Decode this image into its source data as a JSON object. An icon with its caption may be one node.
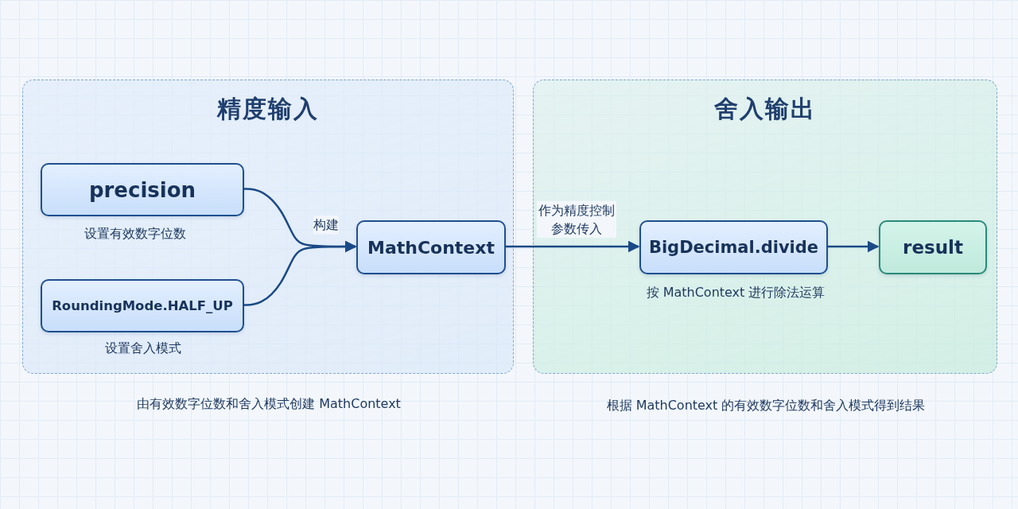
{
  "diagram": {
    "nodes": [
      {
        "text": [
          "精度输入"
        ]
      },
      {
        "text": [
          "precision"
        ],
        "in": 0,
        "beside": [
          "设置有效数字位数"
        ]
      },
      {
        "text": [
          "RoundingMode.HALF_UP"
        ],
        "in": 0,
        "beside": [
          "设置舍入模式"
        ]
      },
      {
        "text": [
          "MathContext"
        ],
        "in": 0
      },
      {
        "text": [
          "舍入输出"
        ]
      },
      {
        "text": [
          "BigDecimal.divide"
        ],
        "in": 4,
        "beside": [
          "按 MathContext 进行除法运算"
        ]
      },
      {
        "text": [
          "result"
        ],
        "in": 4
      }
    ],
    "edges": [
      {
        "from": 1,
        "to": 3,
        "arrow": "to",
        "label": "构建"
      },
      {
        "from": 2,
        "to": 3,
        "arrow": "to"
      },
      {
        "from": 3,
        "to": 5,
        "arrow": "to",
        "label": "作为精度控制参数传入"
      },
      {
        "from": 5,
        "to": 6,
        "arrow": "to"
      }
    ],
    "labels": [
      "由有效数字位数和舍入模式创建 MathContext",
      "根据 MathContext 的有效数字位数和舍入模式得到结果"
    ]
  }
}
